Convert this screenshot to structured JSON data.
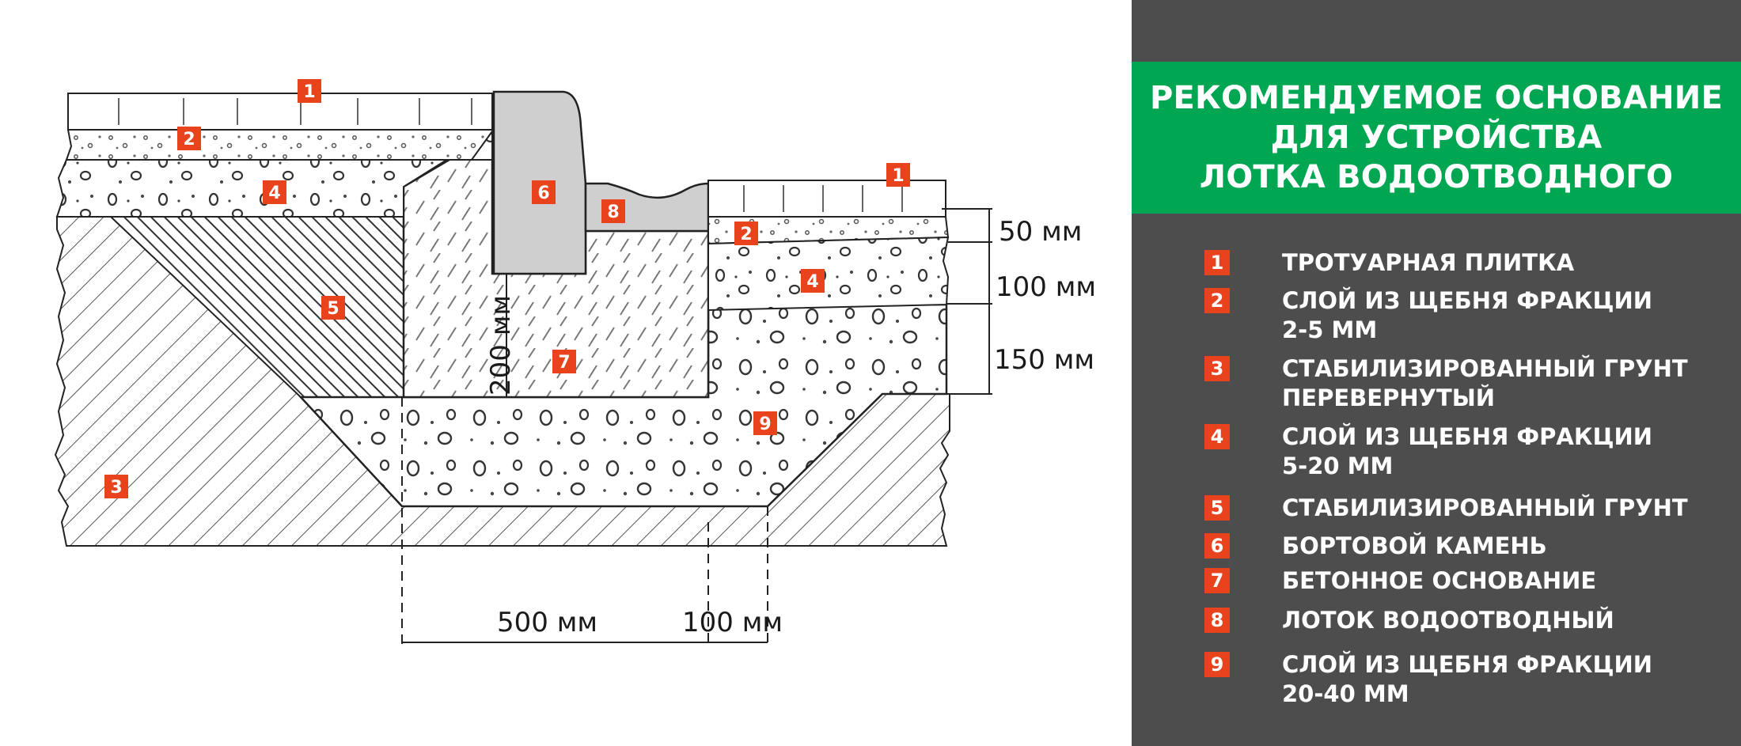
{
  "title": "РЕКОМЕНДУЕМОЕ ОСНОВАНИЕ\nДЛЯ УСТРОЙСТВА\nЛОТКА ВОДООТВОДНОГО",
  "colors": {
    "accent_green": "#00a651",
    "marker_orange": "#e8431c",
    "panel_gray": "#4d4d4d"
  },
  "legend": [
    {
      "num": "1",
      "text": "ТРОТУАРНАЯ ПЛИТКА"
    },
    {
      "num": "2",
      "text": "СЛОЙ ИЗ ЩЕБНЯ ФРАКЦИИ\n2-5 ММ"
    },
    {
      "num": "3",
      "text": "СТАБИЛИЗИРОВАННЫЙ ГРУНТ\nПЕРЕВЕРНУТЫЙ"
    },
    {
      "num": "4",
      "text": "СЛОЙ ИЗ ЩЕБНЯ ФРАКЦИИ\n5-20 ММ"
    },
    {
      "num": "5",
      "text": "СТАБИЛИЗИРОВАННЫЙ ГРУНТ"
    },
    {
      "num": "6",
      "text": "БОРТОВОЙ КАМЕНЬ"
    },
    {
      "num": "7",
      "text": "БЕТОННОЕ ОСНОВАНИЕ"
    },
    {
      "num": "8",
      "text": "ЛОТОК ВОДООТВОДНЫЙ"
    },
    {
      "num": "9",
      "text": "СЛОЙ ИЗ ЩЕБНЯ ФРАКЦИИ\n 20-40 ММ"
    }
  ],
  "diagram": {
    "markers": {
      "m1a": "1",
      "m2a": "2",
      "m4a": "4",
      "m6": "6",
      "m8": "8",
      "m1b": "1",
      "m2b": "2",
      "m4b": "4",
      "m5": "5",
      "m7": "7",
      "m9": "9",
      "m3": "3"
    },
    "dimensions": {
      "d50": "50 мм",
      "d100v": "100 мм",
      "d150": "150 мм",
      "d200": "200 мм",
      "d500": "500 мм",
      "d100h": "100 мм"
    }
  }
}
